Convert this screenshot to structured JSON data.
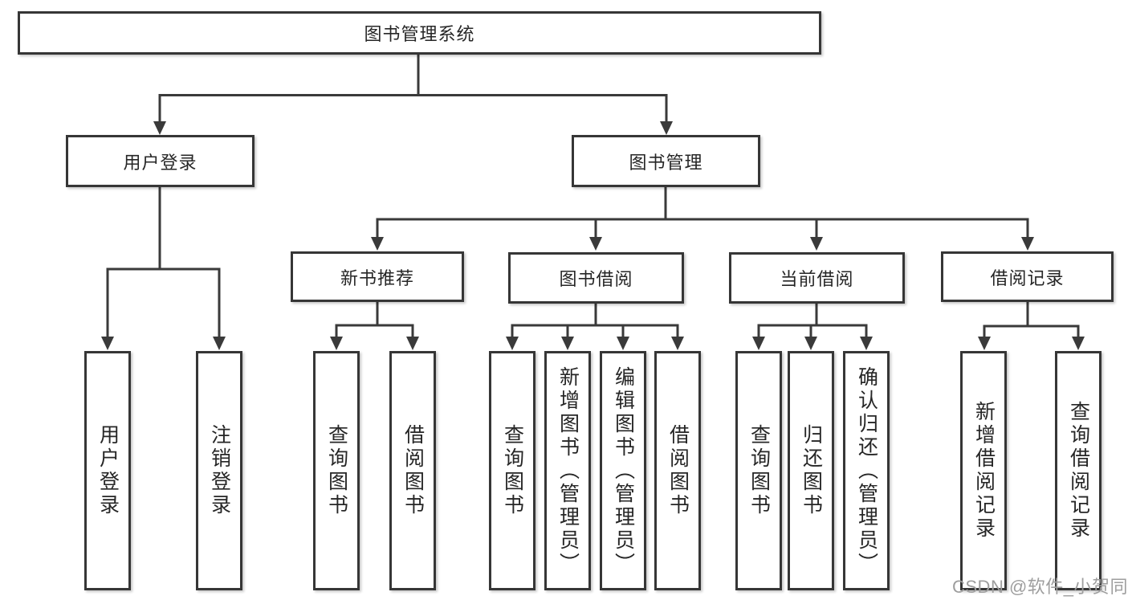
{
  "title": "图书管理系统",
  "watermark": "CSDN @软件_小贺同学",
  "colors": {
    "background": "#ffffff",
    "line": "#3a3a3a",
    "box_border": "#363636",
    "text": "#262626",
    "watermark": "#9e9e9e"
  },
  "tree": {
    "root": {
      "label": "图书管理系统"
    },
    "children": [
      {
        "label": "用户登录",
        "children": [
          {
            "label": "用户登录"
          },
          {
            "label": "注销登录"
          }
        ]
      },
      {
        "label": "图书管理",
        "children": [
          {
            "label": "新书推荐",
            "children": [
              {
                "label": "查询图书"
              },
              {
                "label": "借阅图书"
              }
            ]
          },
          {
            "label": "图书借阅",
            "children": [
              {
                "label": "查询图书"
              },
              {
                "label": "新增图书（管理员）"
              },
              {
                "label": "编辑图书（管理员）"
              },
              {
                "label": "借阅图书"
              }
            ]
          },
          {
            "label": "当前借阅",
            "children": [
              {
                "label": "查询图书"
              },
              {
                "label": "归还图书"
              },
              {
                "label": "确认归还（管理员）"
              }
            ]
          },
          {
            "label": "借阅记录",
            "children": [
              {
                "label": "新增借阅记录"
              },
              {
                "label": "查询借阅记录"
              }
            ]
          }
        ]
      }
    ]
  }
}
